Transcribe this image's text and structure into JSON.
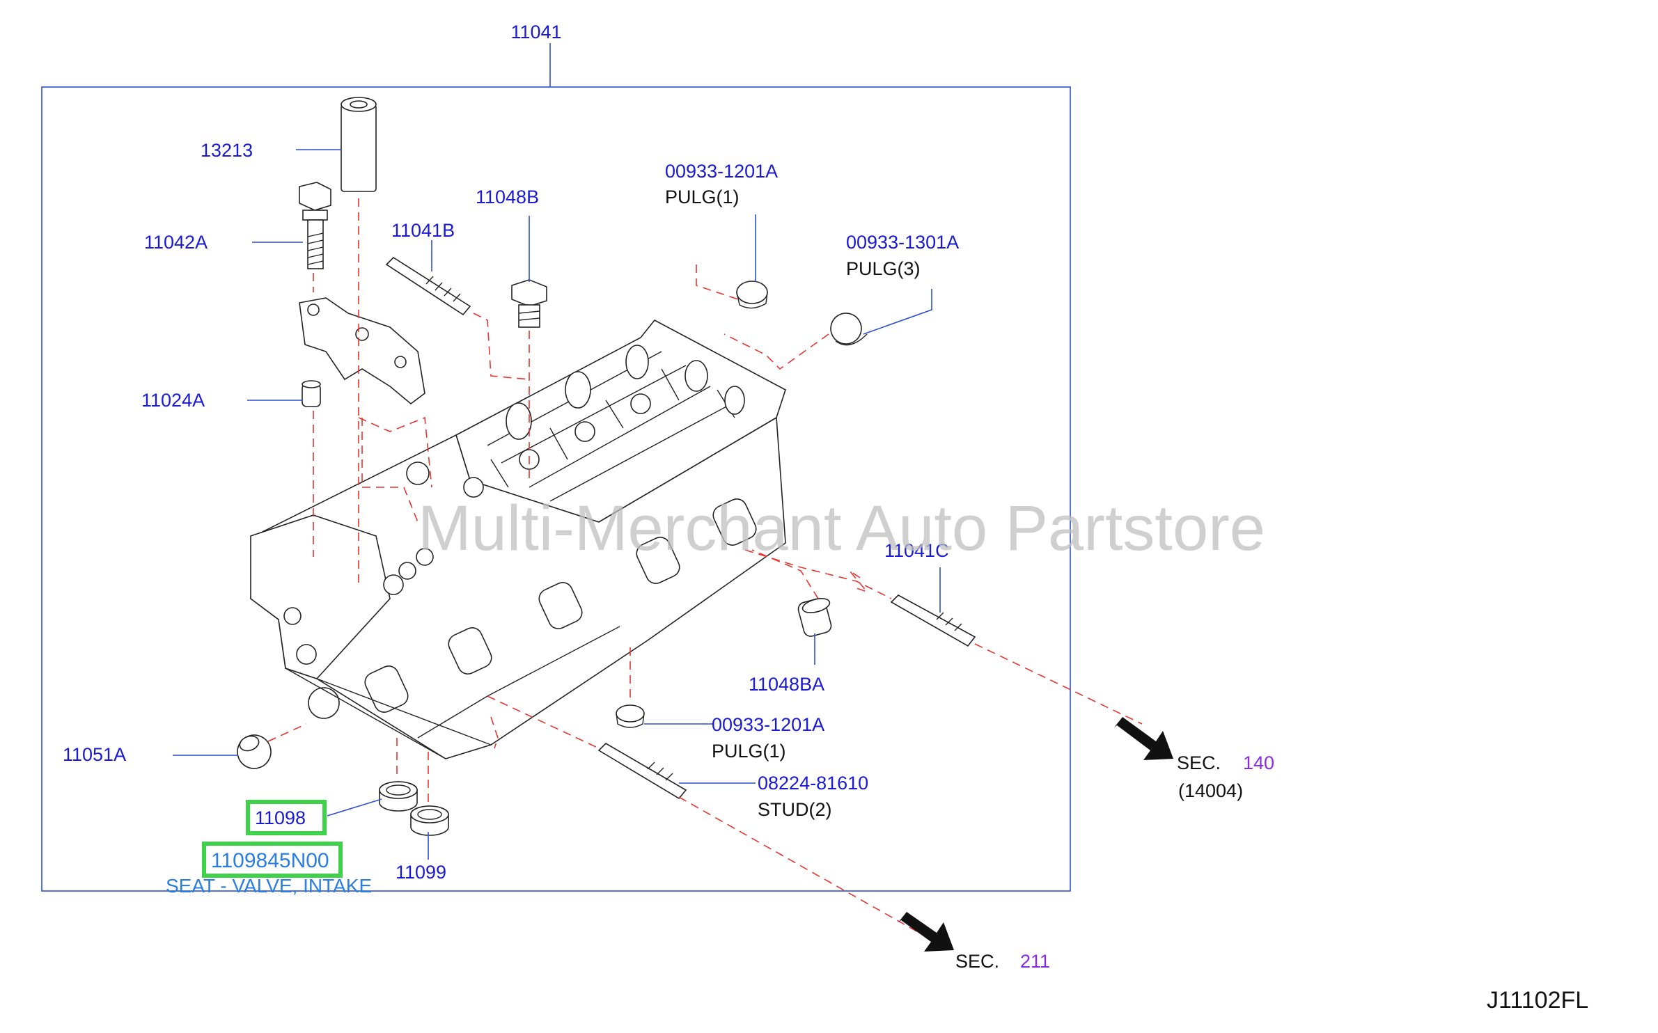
{
  "diagram_id": "J11102FL",
  "watermark": "Multi-Merchant Auto Partstore",
  "callouts": {
    "main": "11041",
    "pipe": "13213",
    "bolt": "11042A",
    "stud_b": "11041B",
    "plug_b": "11048B",
    "plug_1_code": "00933-1201A",
    "plug_1_desc": "PULG(1)",
    "plug_3_code": "00933-1301A",
    "plug_3_desc": "PULG(3)",
    "dowel": "11024A",
    "stud_c": "11041C",
    "plug_ba": "11048BA",
    "plug_1b_code": "00933-1201A",
    "plug_1b_desc": "PULG(1)",
    "seal": "11051A",
    "stud_code": "08224-81610",
    "stud_desc": "STUD(2)",
    "seat_intake": "11098",
    "seat_exhaust": "11099",
    "highlight_part": "1109845N00",
    "highlight_desc": "SEAT - VALVE, INTAKE"
  },
  "sections": [
    {
      "label": "SEC.",
      "number": "140",
      "sub": "(14004)"
    },
    {
      "label": "SEC.",
      "number": "211"
    }
  ],
  "colors": {
    "callout": "#1a1ad6",
    "leader": "#2b4fd1",
    "phantom_line": "#e8342f",
    "highlight_box": "#3fd14a",
    "highlight_text": "#2a7de1",
    "section_number": "#8a2be2",
    "watermark": "#bfbfbf"
  }
}
